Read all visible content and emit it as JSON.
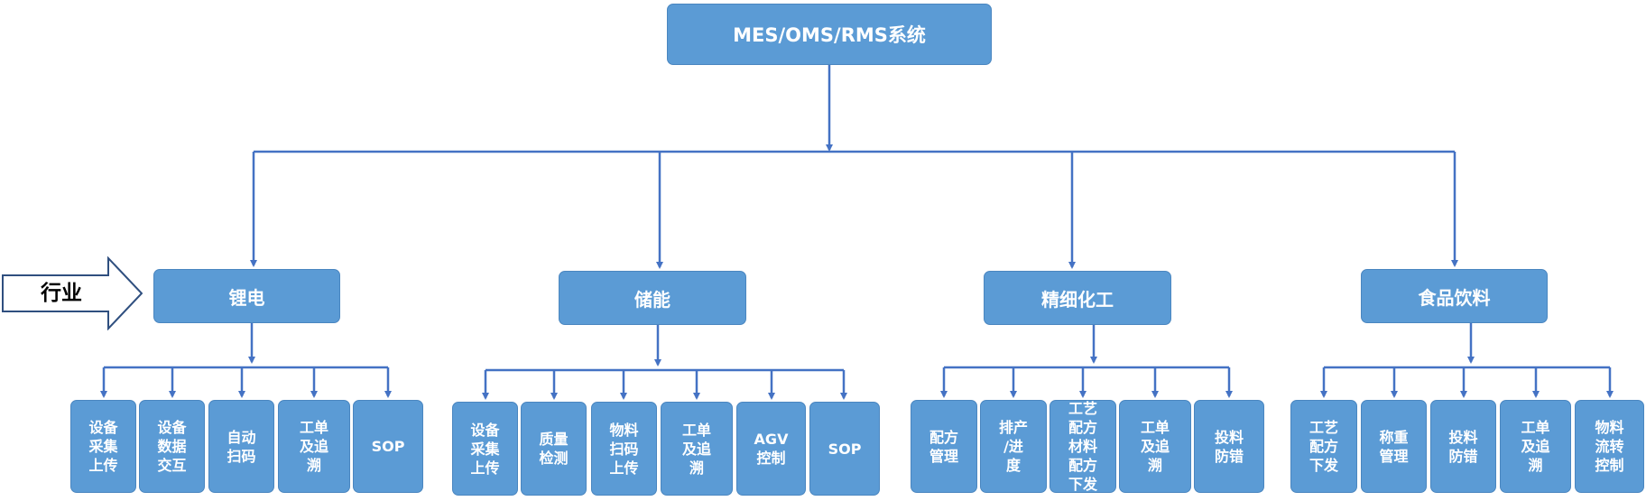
{
  "root": {
    "label": "MES/OMS/RMS系统"
  },
  "side_tag": {
    "label": "行业"
  },
  "industries": [
    {
      "label": "锂电",
      "items": [
        "设备\n采集\n上传",
        "设备\n数据\n交互",
        "自动\n扫码",
        "工单\n及追\n溯",
        "SOP"
      ]
    },
    {
      "label": "储能",
      "items": [
        "设备\n采集\n上传",
        "质量\n检测",
        "物料\n扫码\n上传",
        "工单\n及追\n溯",
        "AGV\n控制",
        "SOP"
      ]
    },
    {
      "label": "精细化工",
      "items": [
        "配方\n管理",
        "排产\n/进\n度",
        "工艺\n配方\n材料\n配方\n下发",
        "工单\n及追\n溯",
        "投料\n防错"
      ]
    },
    {
      "label": "食品饮料",
      "items": [
        "工艺\n配方\n下发",
        "称重\n管理",
        "投料\n防错",
        "工单\n及追\n溯",
        "物料\n流转\n控制"
      ]
    }
  ],
  "colors": {
    "box_fill": "#5b9bd5",
    "box_border": "#4a86c0",
    "connector": "#4472c4",
    "text": "#ffffff"
  }
}
